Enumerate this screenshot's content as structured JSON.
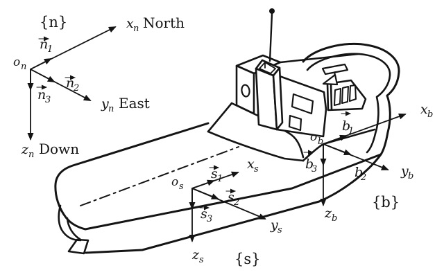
{
  "figure": {
    "title_semantic": "Ship coordinate frames diagram: NED frame, seakeeping frame and body frame on a vessel",
    "frames": {
      "n": {
        "brace": "{n}",
        "origin": {
          "base": "o",
          "sub": "n"
        },
        "x": {
          "base": "x",
          "sub": "n",
          "word": "North"
        },
        "y": {
          "base": "y",
          "sub": "n",
          "word": "East"
        },
        "z": {
          "base": "z",
          "sub": "n",
          "word": "Down"
        },
        "u1": {
          "base": "n",
          "sub": "1"
        },
        "u2": {
          "base": "n",
          "sub": "2"
        },
        "u3": {
          "base": "n",
          "sub": "3"
        }
      },
      "s": {
        "brace": "{s}",
        "origin": {
          "base": "o",
          "sub": "s"
        },
        "x": {
          "base": "x",
          "sub": "s"
        },
        "y": {
          "base": "y",
          "sub": "s"
        },
        "z": {
          "base": "z",
          "sub": "s"
        },
        "u1": {
          "base": "s",
          "sub": "1"
        },
        "u2": {
          "base": "s",
          "sub": "2"
        },
        "u3": {
          "base": "s",
          "sub": "3"
        }
      },
      "b": {
        "brace": "{b}",
        "origin": {
          "base": "o",
          "sub": "b"
        },
        "x": {
          "base": "x",
          "sub": "b"
        },
        "y": {
          "base": "y",
          "sub": "b"
        },
        "z": {
          "base": "z",
          "sub": "b"
        },
        "u1": {
          "base": "b",
          "sub": "1"
        },
        "u2": {
          "base": "b",
          "sub": "2"
        },
        "u3": {
          "base": "b",
          "sub": "3"
        }
      }
    },
    "colors": {
      "ink": "#141414",
      "background": "#ffffff"
    }
  }
}
